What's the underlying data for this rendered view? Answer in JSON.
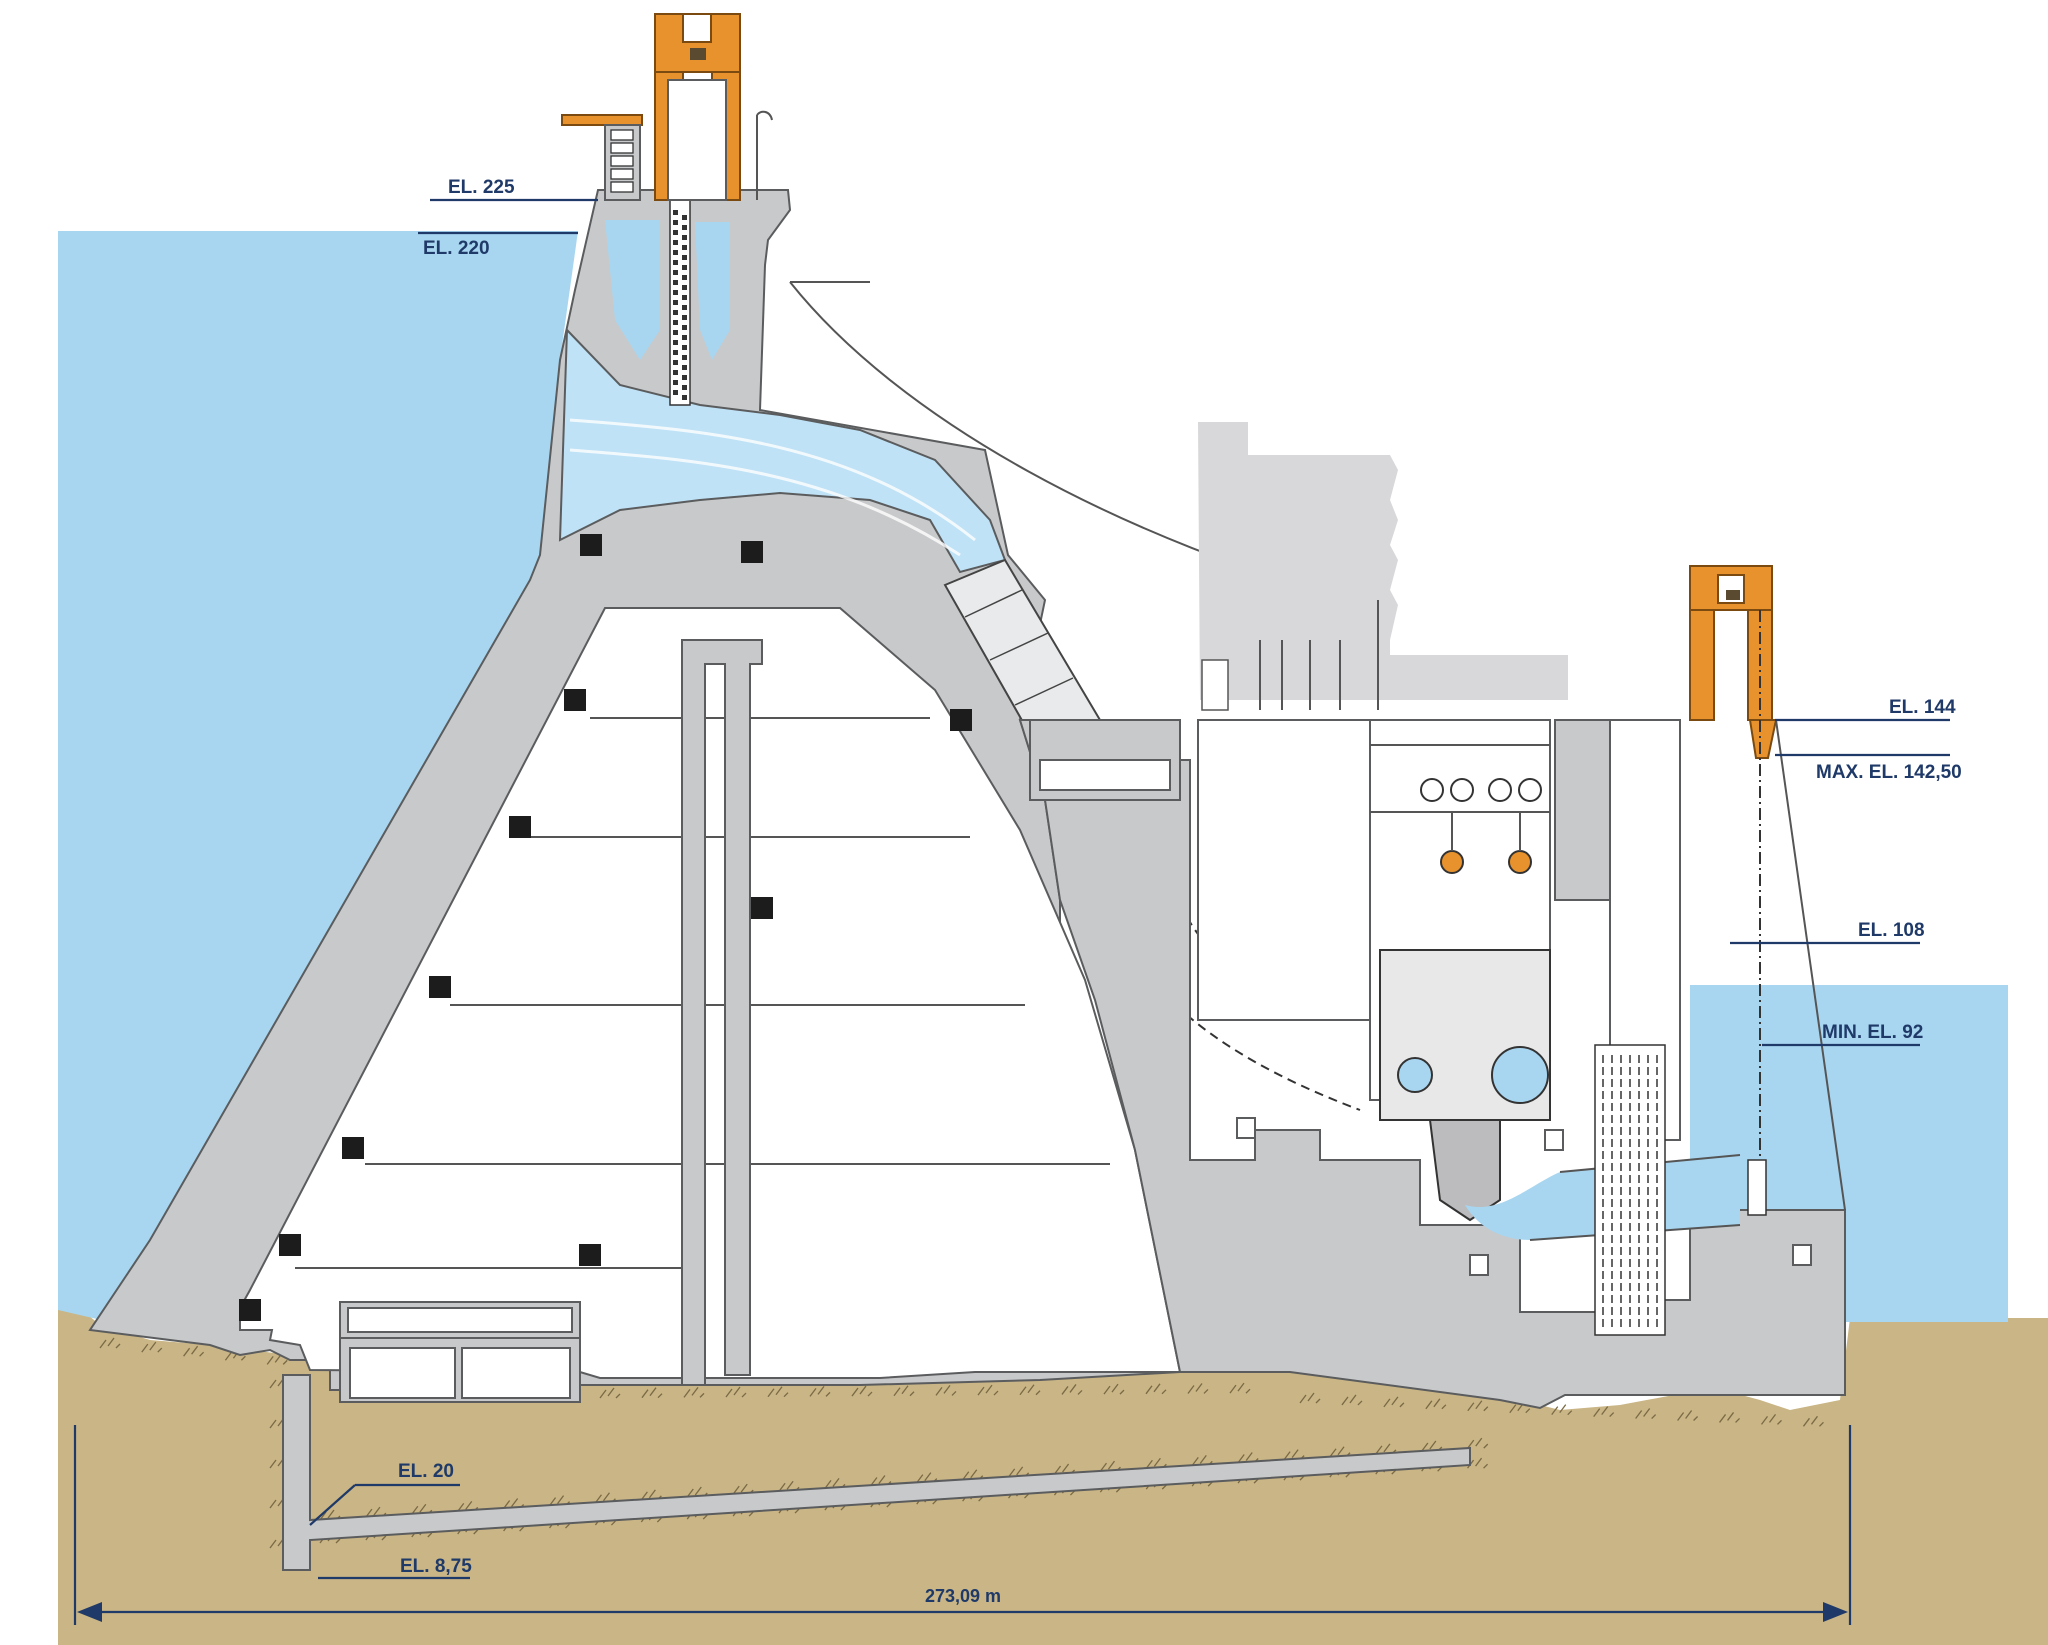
{
  "labels": {
    "el_225": "EL. 225",
    "el_220": "EL. 220",
    "el_144": "EL. 144",
    "max_el": "MAX. EL. 142,50",
    "el_108": "EL. 108",
    "min_el": "MIN. EL. 92",
    "el_20": "EL. 20",
    "el_875": "EL. 8,75",
    "span": "273,09 m"
  },
  "colors": {
    "water": "#a8d6f0",
    "concrete": "#c8c9cb",
    "soil": "#c9b585",
    "crane": "#e7922c",
    "annotation": "#1f3a68"
  }
}
